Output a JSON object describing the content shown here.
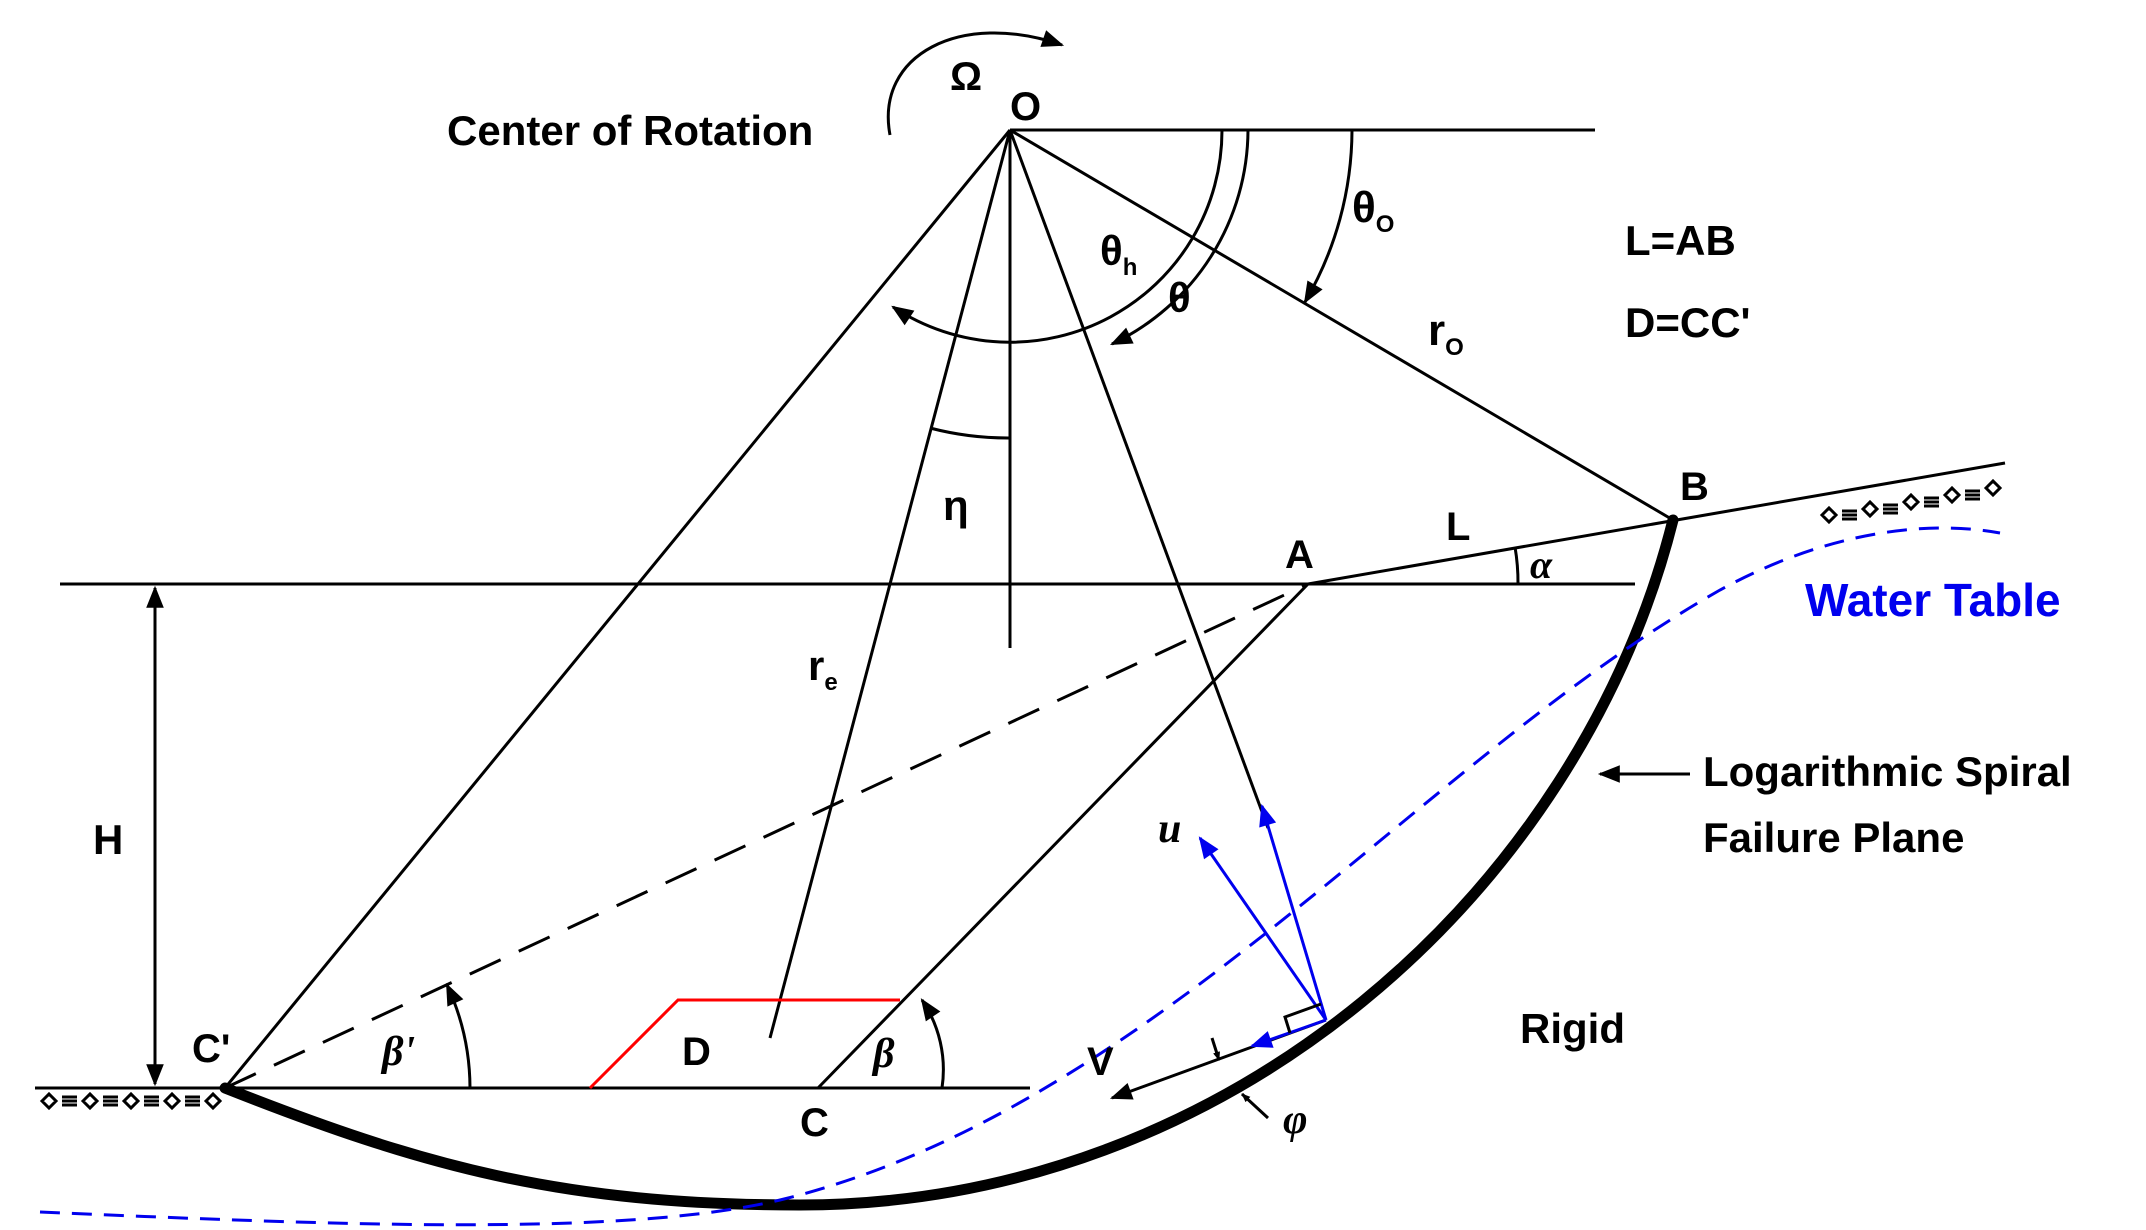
{
  "labels": {
    "omega": "Ω",
    "o": "O",
    "center_of_rotation": "Center of Rotation",
    "theta_o": "θ",
    "theta_o_sub": "O",
    "theta_h": "θ",
    "theta_h_sub": "h",
    "theta": "θ",
    "r_o": "r",
    "r_o_sub": "O",
    "r_e": "r",
    "r_e_sub": "e",
    "eta": "η",
    "l_eq_ab": "L=AB",
    "d_eq_cc": "D=CC'",
    "b": "B",
    "a": "A",
    "l": "L",
    "alpha": "α",
    "water_table": "Water Table",
    "h": "H",
    "log_spiral_line1": "Logarithmic Spiral",
    "log_spiral_line2": "Failure Plane",
    "u": "u",
    "c_prime": "C'",
    "beta_prime": "β'",
    "d": "D",
    "c": "C",
    "beta": "β",
    "v": "V",
    "rigid": "Rigid",
    "phi": "φ"
  },
  "colors": {
    "lines": "#000000",
    "water_table": "#0000ee",
    "velocity_vectors": "#0000ee",
    "crack_outline": "#ff0000"
  }
}
